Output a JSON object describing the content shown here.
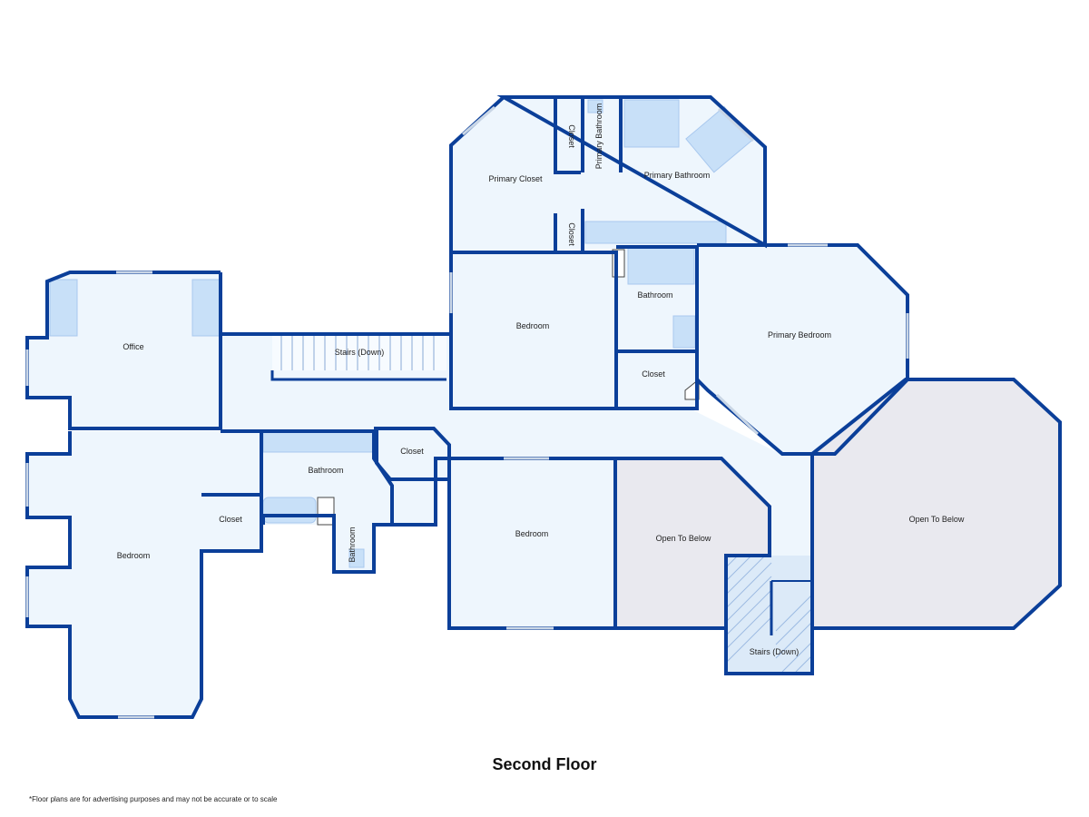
{
  "colors": {
    "wall": "#0b3f99",
    "floor": "#eef6fd",
    "fixture": "#c8e0f8",
    "open_below": "#e9e9ef",
    "stairs": "#dceaf8"
  },
  "rooms": {
    "primary_closet": "Primary Closet",
    "closet_a": "Closet",
    "primary_bathroom_small": "Primary Bathroom",
    "primary_bathroom": "Primary Bathroom",
    "closet_b": "Closet",
    "office": "Office",
    "stairs_down_1": "Stairs (Down)",
    "bedroom_center": "Bedroom",
    "bathroom_center": "Bathroom",
    "closet_c": "Closet",
    "primary_bedroom": "Primary Bedroom",
    "bathroom_hall": "Bathroom",
    "closet_d": "Closet",
    "closet_e": "Closet",
    "bathroom_small": "Bathroom",
    "bedroom_left": "Bedroom",
    "bedroom_lower": "Bedroom",
    "open_below_1": "Open To Below",
    "open_below_2": "Open To Below",
    "stairs_down_2": "Stairs (Down)"
  },
  "floor_title": "Second Floor",
  "disclaimer": "*Floor plans are for advertising purposes and may not be accurate or to scale"
}
